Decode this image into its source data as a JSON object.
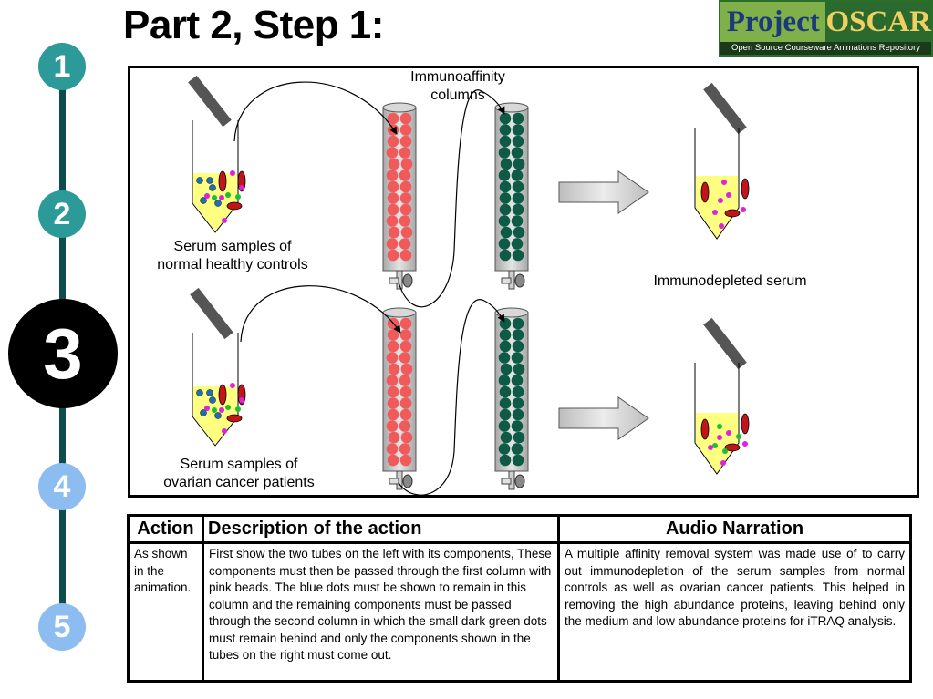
{
  "title": "Part 2, Step 1:",
  "logo": {
    "word1": "Project",
    "word2": "OSCAR",
    "subtitle": "Open Source Courseware Animations Repository"
  },
  "steps": [
    "1",
    "2",
    "3",
    "4",
    "5"
  ],
  "colors": {
    "step_active": "#000000",
    "step_done": "#2b9a98",
    "step_upcoming": "#8cbcf0",
    "timeline": "#0d4d4d",
    "pink_bead": "#f05a5a",
    "green_bead": "#0d5a45",
    "serum_fill": "#ffff80"
  },
  "diagram": {
    "columns_label": "Immunoaffinity\ncolumns",
    "normal_label": "Serum samples of\nnormal healthy controls",
    "cancer_label": "Serum samples of\novarian cancer patients",
    "depleted_label": "Immunodepleted serum"
  },
  "table": {
    "headers": {
      "action": "Action",
      "description": "Description of the action",
      "audio": "Audio Narration"
    },
    "action_text": "As shown in the animation.",
    "description_text": "First show the two tubes on the left with its components, These components must then be passed through the first column with pink beads. The blue dots must be shown to remain in this column and the remaining components must be passed through the second column in which the small dark green dots must remain behind and only the components shown in the tubes on the right must come out.",
    "audio_text": "A multiple affinity removal system was made use of to carry out immunodepletion of the serum samples from normal controls as well as ovarian cancer patients. This helped in removing the high abundance proteins, leaving behind only the medium and low abundance proteins for iTRAQ analysis."
  }
}
